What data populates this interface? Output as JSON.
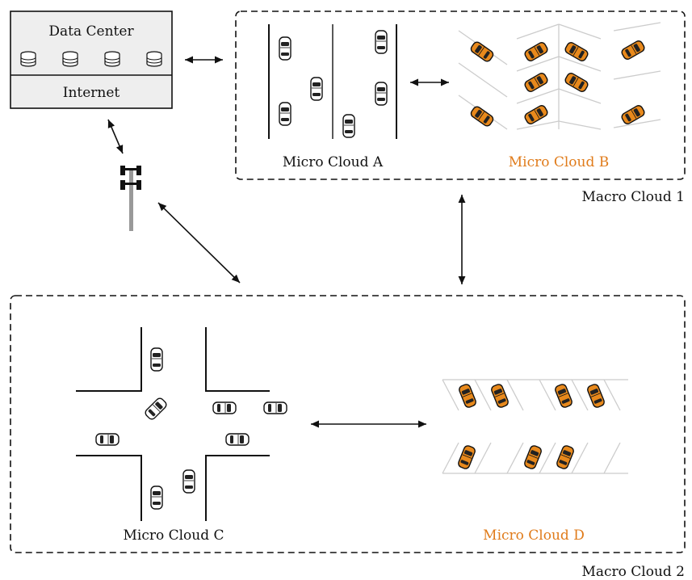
{
  "data_center": {
    "title": "Data Center",
    "internet": "Internet",
    "server_icon_count": 4
  },
  "macro_clouds": {
    "one": {
      "label": "Macro Cloud 1"
    },
    "two": {
      "label": "Macro Cloud 2"
    }
  },
  "micro_clouds": {
    "a": {
      "label": "Micro Cloud A"
    },
    "b": {
      "label": "Micro Cloud B",
      "color": "#e07b1a"
    },
    "c": {
      "label": "Micro Cloud C"
    },
    "d": {
      "label": "Micro Cloud D",
      "color": "#e07b1a"
    }
  },
  "colors": {
    "parked_car": "#e8891c",
    "moving_car": "#ffffff",
    "box_fill": "#eeeeee",
    "tower": "#999999"
  },
  "icons": {
    "server": "database-icon",
    "tower": "cell-tower-icon",
    "car": "car-icon"
  }
}
